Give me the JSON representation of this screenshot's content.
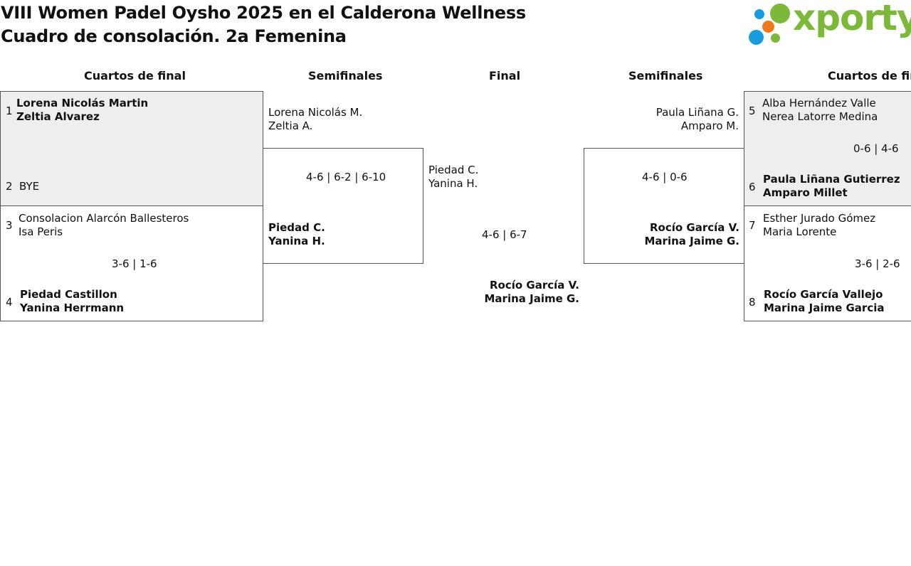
{
  "header": {
    "title": "VIII Women Padel Oysho 2025 en el Calderona Wellness",
    "subtitle": "Cuadro de consolación. 2a Femenina"
  },
  "logo": {
    "text": "xporty",
    "colors": {
      "green": "#7cb83a",
      "blue": "#1a9bdc",
      "orange": "#f07a1a"
    }
  },
  "rounds": {
    "left_qf": "Cuartos de final",
    "left_sf": "Semifinales",
    "final": "Final",
    "right_sf": "Semifinales",
    "right_qf": "Cuartos de final"
  },
  "left_qf": [
    {
      "seed_a": "1",
      "a1": "Lorena Nicolás Martin",
      "a2": "Zeltia Alvarez",
      "seed_b": "2",
      "b1": "BYE",
      "b2": "",
      "score": ""
    },
    {
      "seed_a": "3",
      "a1": "Consolacion Alarcón Ballesteros",
      "a2": "Isa Peris",
      "seed_b": "4",
      "b1": "Piedad Castillon",
      "b2": "Yanina Herrmann",
      "score": "3-6 | 1-6"
    }
  ],
  "right_qf": [
    {
      "seed_a": "5",
      "a1": "Alba Hernández Valle",
      "a2": "Nerea Latorre Medina",
      "seed_b": "6",
      "b1": "Paula Liñana Gutierrez",
      "b2": "Amparo Millet",
      "score": "0-6 | 4-6"
    },
    {
      "seed_a": "7",
      "a1": "Esther Jurado Gómez",
      "a2": "Maria Lorente",
      "seed_b": "8",
      "b1": "Rocío García Vallejo",
      "b2": "Marina Jaime Garcia",
      "score": "3-6 | 2-6"
    }
  ],
  "left_sf": {
    "a1": "Lorena Nicolás M.",
    "a2": "Zeltia A.",
    "b1": "Piedad C.",
    "b2": "Yanina H.",
    "score": "4-6 | 6-2 | 6-10"
  },
  "right_sf": {
    "a1": "Paula Liñana G.",
    "a2": "Amparo M.",
    "b1": "Rocío García V.",
    "b2": "Marina Jaime G.",
    "score": "4-6 | 0-6"
  },
  "final": {
    "a1": "Piedad C.",
    "a2": "Yanina H.",
    "b1": "Rocío García V.",
    "b2": "Marina Jaime G.",
    "score": "4-6 | 6-7"
  }
}
